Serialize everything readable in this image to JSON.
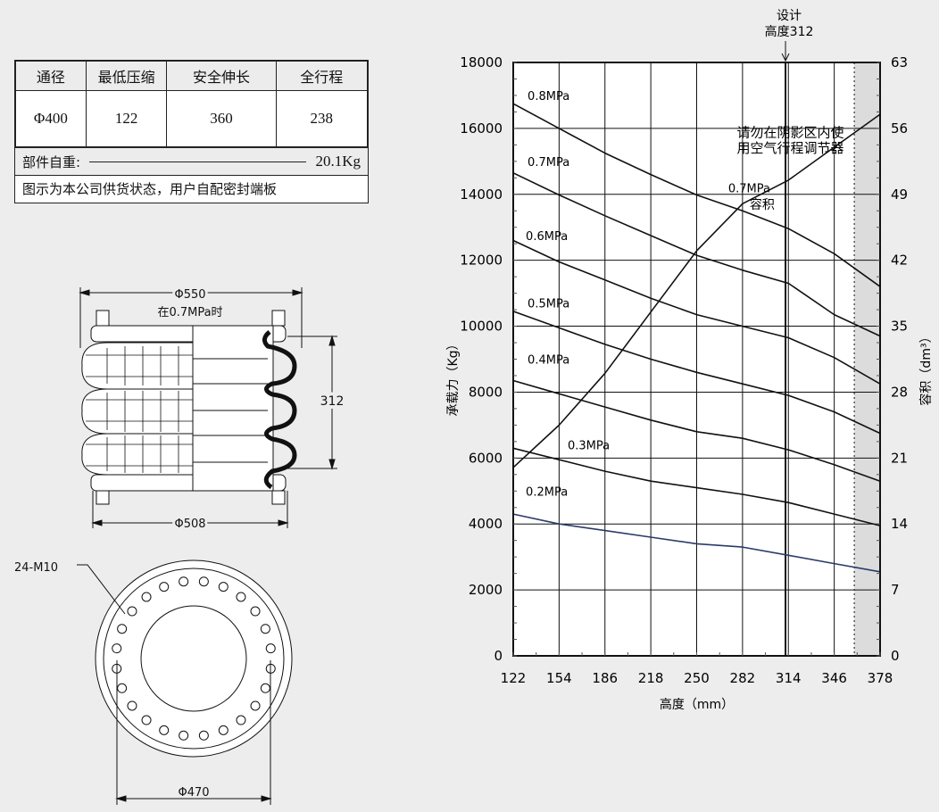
{
  "spec_table": {
    "headers": [
      "通径",
      "最低压缩",
      "安全伸长",
      "全行程"
    ],
    "values": [
      "Φ400",
      "122",
      "360",
      "238"
    ],
    "weight_label": "部件自重:",
    "weight_value": "20.1Kg",
    "note": "图示为本公司供货状态，用户自配密封端板"
  },
  "side_view": {
    "max_diameter": "Φ550",
    "max_diameter_note": "在0.7MPa时",
    "height": "312",
    "plate_diameter": "Φ508"
  },
  "top_view": {
    "bolt_label": "24-M10",
    "bolt_count": 24,
    "bolt_circle": "Φ470"
  },
  "colors": {
    "background": "#ededed",
    "line": "#111111",
    "curve_02": "#2b3a6b",
    "shaded": "#dcdcdc"
  },
  "chart_data": {
    "type": "line",
    "xlabel": "高度（mm）",
    "ylabel": "承载力（Kg）",
    "y2label": "容积（dm³）",
    "xlim": [
      122,
      378
    ],
    "ylim": [
      0,
      18000
    ],
    "y2lim": [
      0,
      63
    ],
    "xticks": [
      "122",
      "154",
      "186",
      "218",
      "250",
      "282",
      "314",
      "346",
      "378"
    ],
    "yticks": [
      "0",
      "2000",
      "4000",
      "6000",
      "8000",
      "10000",
      "12000",
      "14000",
      "16000",
      "18000"
    ],
    "y2ticks": [
      "0",
      "7",
      "14",
      "21",
      "28",
      "35",
      "42",
      "49",
      "56",
      "63"
    ],
    "grid": true,
    "design_height": 312,
    "design_label_line1": "设计",
    "design_label_line2": "高度312",
    "shaded_from": 360,
    "warning_line1": "请勿在阴影区内使",
    "warning_line2": "用空气行程调节器",
    "x": [
      122,
      154,
      186,
      218,
      250,
      282,
      314,
      346,
      378
    ],
    "series": [
      {
        "name": "0.8MPa",
        "axis": "left",
        "values": [
          16750,
          16000,
          15250,
          14600,
          13980,
          13500,
          12960,
          12200,
          11200
        ]
      },
      {
        "name": "0.7MPa",
        "axis": "left",
        "values": [
          14650,
          13980,
          13350,
          12750,
          12150,
          11700,
          11300,
          10350,
          9700
        ]
      },
      {
        "name": "0.6MPa",
        "axis": "left",
        "values": [
          12600,
          11950,
          11400,
          10850,
          10350,
          10000,
          9650,
          9050,
          8250
        ]
      },
      {
        "name": "0.5MPa",
        "axis": "left",
        "values": [
          10450,
          9950,
          9450,
          9000,
          8600,
          8250,
          7900,
          7400,
          6750
        ]
      },
      {
        "name": "0.4MPa",
        "axis": "left",
        "values": [
          8350,
          7950,
          7550,
          7150,
          6800,
          6600,
          6250,
          5800,
          5300
        ]
      },
      {
        "name": "0.3MPa",
        "axis": "left",
        "values": [
          6300,
          5950,
          5600,
          5300,
          5100,
          4900,
          4650,
          4300,
          3950
        ]
      },
      {
        "name": "0.2MPa",
        "axis": "left",
        "values": [
          4300,
          4000,
          3800,
          3600,
          3400,
          3300,
          3050,
          2800,
          2550
        ]
      },
      {
        "name": "0.7MPa 容积",
        "axis": "right",
        "values": [
          20,
          24.5,
          30,
          36.5,
          43,
          48,
          50.5,
          54,
          57.5
        ]
      }
    ],
    "labels": {
      "s08": "0.8MPa",
      "s07": "0.7MPa",
      "s06": "0.6MPa",
      "s05": "0.5MPa",
      "s04": "0.4MPa",
      "s03": "0.3MPa",
      "s02": "0.2MPa",
      "vol_line1": "0.7MPa",
      "vol_line2": "容积"
    }
  }
}
